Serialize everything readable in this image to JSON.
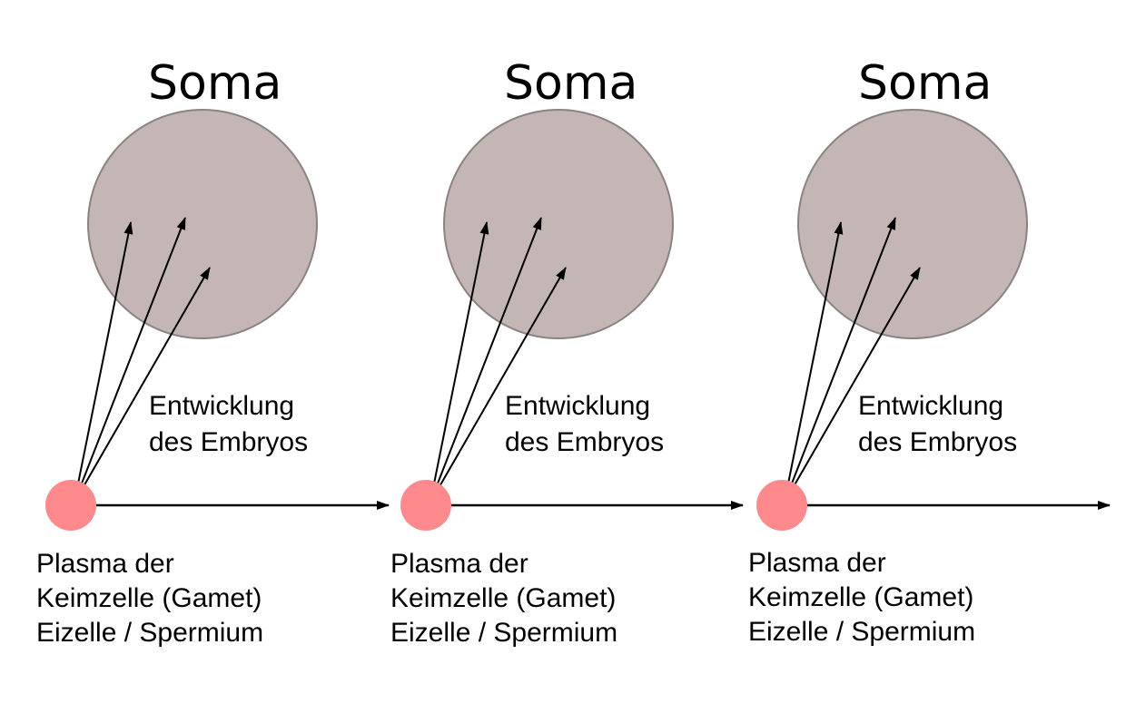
{
  "stages": [
    {
      "soma_title": "Soma",
      "development_label": [
        "Entwicklung",
        "des Embryos"
      ],
      "germ_label": [
        "Plasma der",
        "Keimzelle (Gamet)",
        "Eizelle / Spermium"
      ]
    },
    {
      "soma_title": "Soma",
      "development_label": [
        "Entwicklung",
        "des Embryos"
      ],
      "germ_label": [
        "Plasma der",
        "Keimzelle (Gamet)",
        "Eizelle / Spermium"
      ]
    },
    {
      "soma_title": "Soma",
      "development_label": [
        "Entwicklung",
        "des Embryos"
      ],
      "germ_label": [
        "Plasma der",
        "Keimzelle (Gamet)",
        "Eizelle / Spermium"
      ]
    }
  ],
  "colors": {
    "soma_fill": "#c4b6b4",
    "soma_stroke": "#8a8382",
    "germ_fill": "#ff8a8e",
    "arrow": "#000000"
  }
}
